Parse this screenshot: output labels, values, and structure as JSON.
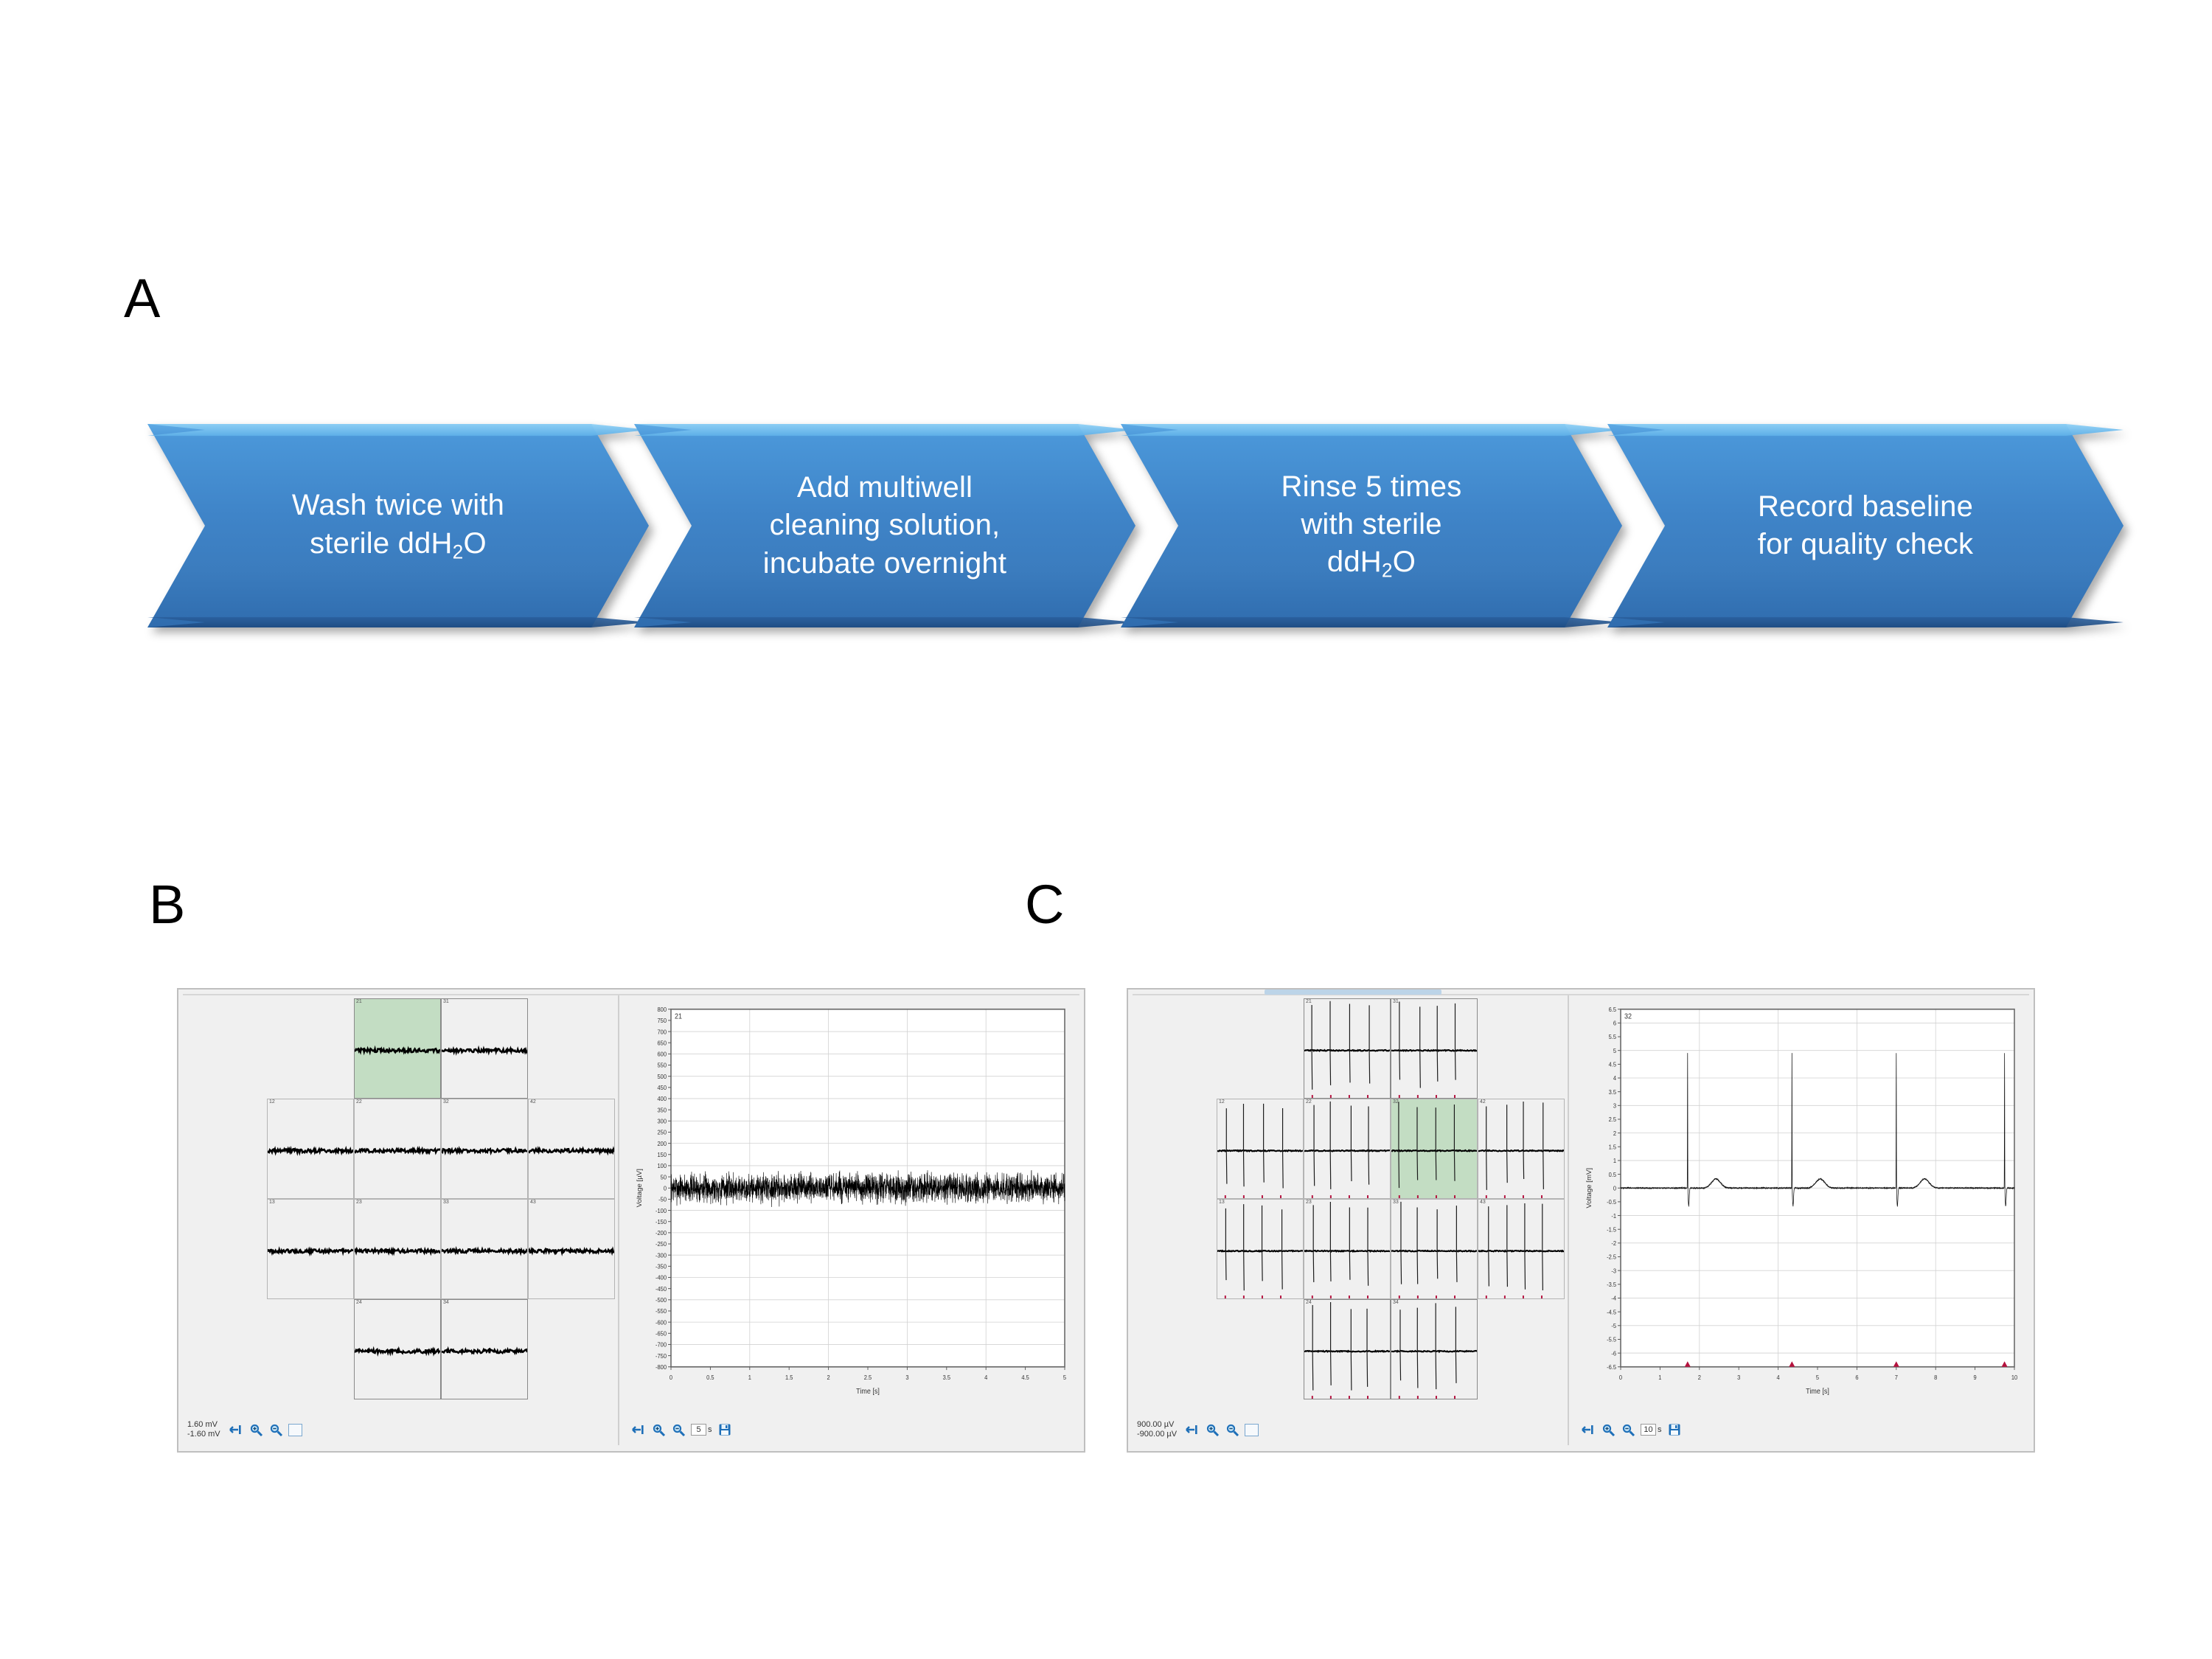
{
  "figure": {
    "panels": [
      {
        "letter": "A",
        "kind": "flow-diagram"
      },
      {
        "letter": "B",
        "kind": "mea-screenshot"
      },
      {
        "letter": "C",
        "kind": "mea-screenshot"
      }
    ]
  },
  "panel_a": {
    "letter": "A",
    "steps": [
      {
        "id": "step-1",
        "line1": "Wash twice with",
        "line2_pre": "sterile ddH",
        "line2_sub": "2",
        "line2_post": "O",
        "lines": 2
      },
      {
        "id": "step-2",
        "line1": "Add multiwell",
        "line2": "cleaning solution,",
        "line3": "incubate overnight",
        "lines": 3
      },
      {
        "id": "step-3",
        "line1": "Rinse 5 times",
        "line2": "with sterile",
        "line3_pre": "ddH",
        "line3_sub": "2",
        "line3_post": "O",
        "lines": 3
      },
      {
        "id": "step-4",
        "line1": "Record baseline",
        "line2": "for quality check",
        "lines": 2
      }
    ],
    "colors": {
      "arrow_fill": "#3b7cbe",
      "arrow_highlight": "#6fbbee",
      "arrow_shadow": "#2a5f9d",
      "text": "#ffffff"
    }
  },
  "panel_b": {
    "letter": "B",
    "overview": {
      "title": "electrode-grid-overview",
      "selected_cell_label": "21",
      "scale_max": "1.60 mV",
      "scale_min": "-1.60 mV",
      "cell_labels": [
        "21",
        "31",
        "12",
        "22",
        "32",
        "42",
        "13",
        "23",
        "33",
        "43",
        "24",
        "34"
      ],
      "signal": "flat-noise-baseline"
    },
    "plot": {
      "channel_label": "21",
      "ylabel": "Voltage [µV]",
      "xlabel": "Time [s]",
      "yticks": [
        800,
        750,
        700,
        650,
        600,
        550,
        500,
        450,
        400,
        350,
        300,
        250,
        200,
        150,
        100,
        50,
        0,
        -50,
        -100,
        -150,
        -200,
        -250,
        -300,
        -350,
        -400,
        -450,
        -500,
        -550,
        -600,
        -650,
        -700,
        -750,
        -800
      ],
      "xticks": [
        0,
        0.5,
        1,
        1.5,
        2,
        2.5,
        3,
        3.5,
        4,
        4.5,
        5
      ],
      "xtick_labels": [
        "0",
        "0.5",
        "1",
        "1.5",
        "2",
        "2.5",
        "3",
        "3.5",
        "4",
        "4.5",
        "5"
      ],
      "ylim": [
        -800,
        800
      ],
      "xlim": [
        0,
        5
      ],
      "trace": "broadband-noise-band +/-100 uV"
    },
    "toolbar": {
      "scale_max": "1.60 mV",
      "scale_min": "-1.60 mV",
      "spin_value": "5",
      "spin_unit": "s",
      "icons": [
        "fit-horizontal-icon",
        "zoom-in-icon",
        "zoom-out-icon",
        "select-region-icon",
        "save-icon"
      ]
    }
  },
  "panel_c": {
    "letter": "C",
    "overview": {
      "title": "electrode-grid-overview",
      "selected_cell_label": "32",
      "scale_max": "900.00 µV",
      "scale_min": "-900.00 µV",
      "cell_labels": [
        "21",
        "31",
        "12",
        "22",
        "32",
        "42",
        "13",
        "23",
        "33",
        "43",
        "24",
        "34"
      ],
      "signal": "spiking-field-potentials"
    },
    "plot": {
      "channel_label": "32",
      "ylabel": "Voltage [mV]",
      "xlabel": "Time [s]",
      "yticks": [
        6.5,
        6,
        5.5,
        5,
        4.5,
        4,
        3.5,
        3,
        2.5,
        2,
        1.5,
        1,
        0.5,
        0,
        -0.5,
        -1,
        -1.5,
        -2,
        -2.5,
        -3,
        -3.5,
        -4,
        -4.5,
        -5,
        -5.5,
        -6,
        -6.5
      ],
      "xticks": [
        0,
        1,
        2,
        3,
        4,
        5,
        6,
        7,
        8,
        9,
        10
      ],
      "xtick_labels": [
        "0",
        "1",
        "2",
        "3",
        "4",
        "5",
        "6",
        "7",
        "8",
        "9",
        "10"
      ],
      "ylim": [
        -6.5,
        6.5
      ],
      "xlim": [
        0,
        10
      ],
      "trace": "field-potential-spikes",
      "spike_times": [
        1.7,
        4.35,
        7.0,
        9.75
      ],
      "spike_amplitude_mv": 4.9,
      "marker_color": "#b5123e",
      "markers": [
        1.7,
        4.35,
        7.0,
        9.75
      ]
    },
    "toolbar": {
      "scale_max": "900.00 µV",
      "scale_min": "-900.00 µV",
      "spin_value": "10",
      "spin_unit": "s",
      "icons": [
        "fit-horizontal-icon",
        "zoom-in-icon",
        "zoom-out-icon",
        "select-region-icon",
        "save-icon"
      ]
    }
  },
  "chart_data": [
    {
      "id": "panel-b-trace",
      "type": "line",
      "title": "21",
      "xlabel": "Time [s]",
      "ylabel": "Voltage [µV]",
      "xlim": [
        0,
        5
      ],
      "ylim": [
        -800,
        800
      ],
      "xticks": [
        0,
        0.5,
        1,
        1.5,
        2,
        2.5,
        3,
        3.5,
        4,
        4.5,
        5
      ],
      "yticks": [
        -800,
        -750,
        -700,
        -650,
        -600,
        -550,
        -500,
        -450,
        -400,
        -350,
        -300,
        -250,
        -200,
        -150,
        -100,
        -50,
        0,
        50,
        100,
        150,
        200,
        250,
        300,
        350,
        400,
        450,
        500,
        550,
        600,
        650,
        700,
        750,
        800
      ],
      "grid": true,
      "legend": "none",
      "series": [
        {
          "name": "baseline noise",
          "description": "dense random noise band centered at 0 µV, envelope about ±100 µV",
          "noise_amplitude": 100,
          "mean": 0
        }
      ]
    },
    {
      "id": "panel-c-trace",
      "type": "line",
      "title": "32",
      "xlabel": "Time [s]",
      "ylabel": "Voltage [mV]",
      "xlim": [
        0,
        10
      ],
      "ylim": [
        -6.5,
        6.5
      ],
      "xticks": [
        0,
        1,
        2,
        3,
        4,
        5,
        6,
        7,
        8,
        9,
        10
      ],
      "yticks": [
        -6.5,
        -6,
        -5.5,
        -5,
        -4.5,
        -4,
        -3.5,
        -3,
        -2.5,
        -2,
        -1.5,
        -1,
        -0.5,
        0,
        0.5,
        1,
        1.5,
        2,
        2.5,
        3,
        3.5,
        4,
        4.5,
        5,
        5.5,
        6,
        6.5
      ],
      "grid": true,
      "legend": "none",
      "series": [
        {
          "name": "field potential",
          "description": "flat baseline at 0 mV with four sharp positive spikes",
          "spike_times": [
            1.7,
            4.35,
            7.0,
            9.75
          ],
          "spike_peaks": [
            4.9,
            4.9,
            4.9,
            4.8
          ],
          "spike_troughs": [
            -0.65,
            -0.7,
            -0.6,
            -0.65
          ]
        }
      ],
      "annotations": [
        {
          "type": "marker",
          "x": 1.7,
          "y": -6.5,
          "color": "#b5123e"
        },
        {
          "type": "marker",
          "x": 4.35,
          "y": -6.5,
          "color": "#b5123e"
        },
        {
          "type": "marker",
          "x": 7.0,
          "y": -6.5,
          "color": "#b5123e"
        },
        {
          "type": "marker",
          "x": 9.75,
          "y": -6.5,
          "color": "#b5123e"
        }
      ]
    }
  ]
}
